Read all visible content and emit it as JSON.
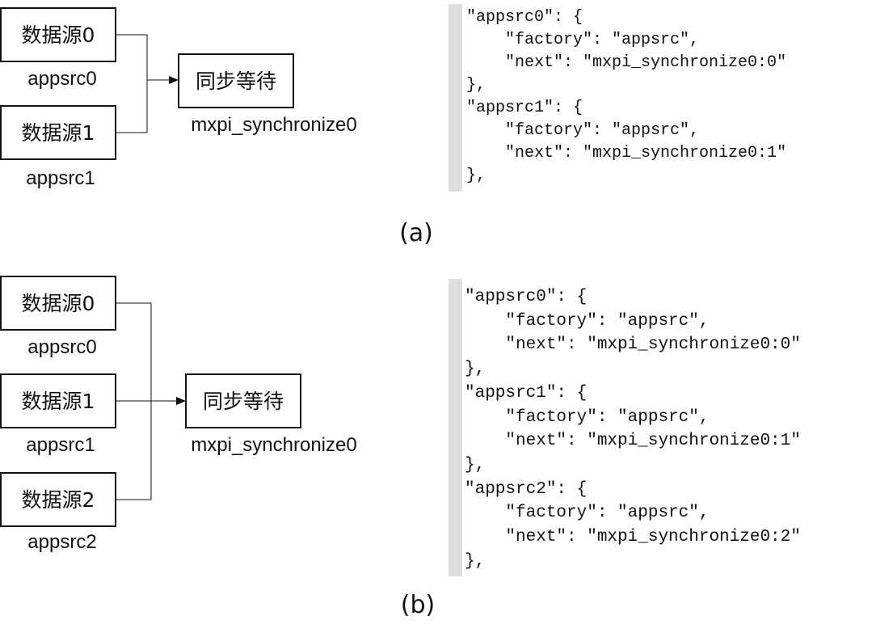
{
  "panel_a": {
    "sources": [
      {
        "name": "数据源0",
        "label": "appsrc0"
      },
      {
        "name": "数据源1",
        "label": "appsrc1"
      }
    ],
    "sync": {
      "name": "同步等待",
      "label": "mxpi_synchronize0"
    },
    "caption": "(a)",
    "code": "\"appsrc0\": {\n    \"factory\": \"appsrc\",\n    \"next\": \"mxpi_synchronize0:0\"\n},\n\"appsrc1\": {\n    \"factory\": \"appsrc\",\n    \"next\": \"mxpi_synchronize0:1\"\n},"
  },
  "panel_b": {
    "sources": [
      {
        "name": "数据源0",
        "label": "appsrc0"
      },
      {
        "name": "数据源1",
        "label": "appsrc1"
      },
      {
        "name": "数据源2",
        "label": "appsrc2"
      }
    ],
    "sync": {
      "name": "同步等待",
      "label": "mxpi_synchronize0"
    },
    "caption": "(b)",
    "code": "\"appsrc0\": {\n    \"factory\": \"appsrc\",\n    \"next\": \"mxpi_synchronize0:0\"\n},\n\"appsrc1\": {\n    \"factory\": \"appsrc\",\n    \"next\": \"mxpi_synchronize0:1\"\n},\n\"appsrc2\": {\n    \"factory\": \"appsrc\",\n    \"next\": \"mxpi_synchronize0:2\"\n},"
  }
}
